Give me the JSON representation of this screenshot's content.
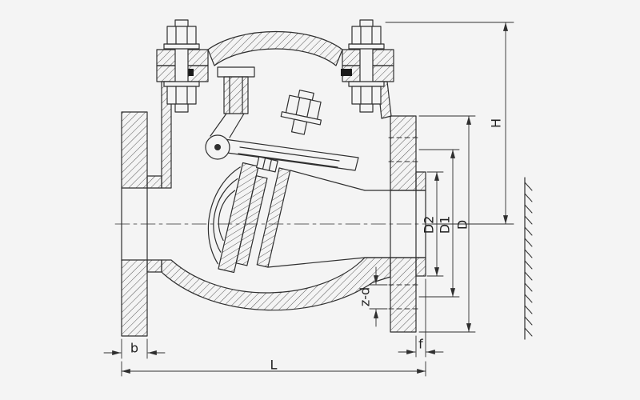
{
  "page": {
    "background": "#f4f4f4"
  },
  "style": {
    "line_color": "#2f2f2f",
    "hatch_color": "#3c3c3c",
    "label_color": "#1f1f1f"
  },
  "drawing": {
    "type": "valve-sectional-drawing",
    "labels": {
      "H": "H",
      "D": "D",
      "D1": "D1",
      "D2": "D2",
      "z_d": "z-d",
      "f": "f",
      "b": "b",
      "L": "L"
    }
  }
}
